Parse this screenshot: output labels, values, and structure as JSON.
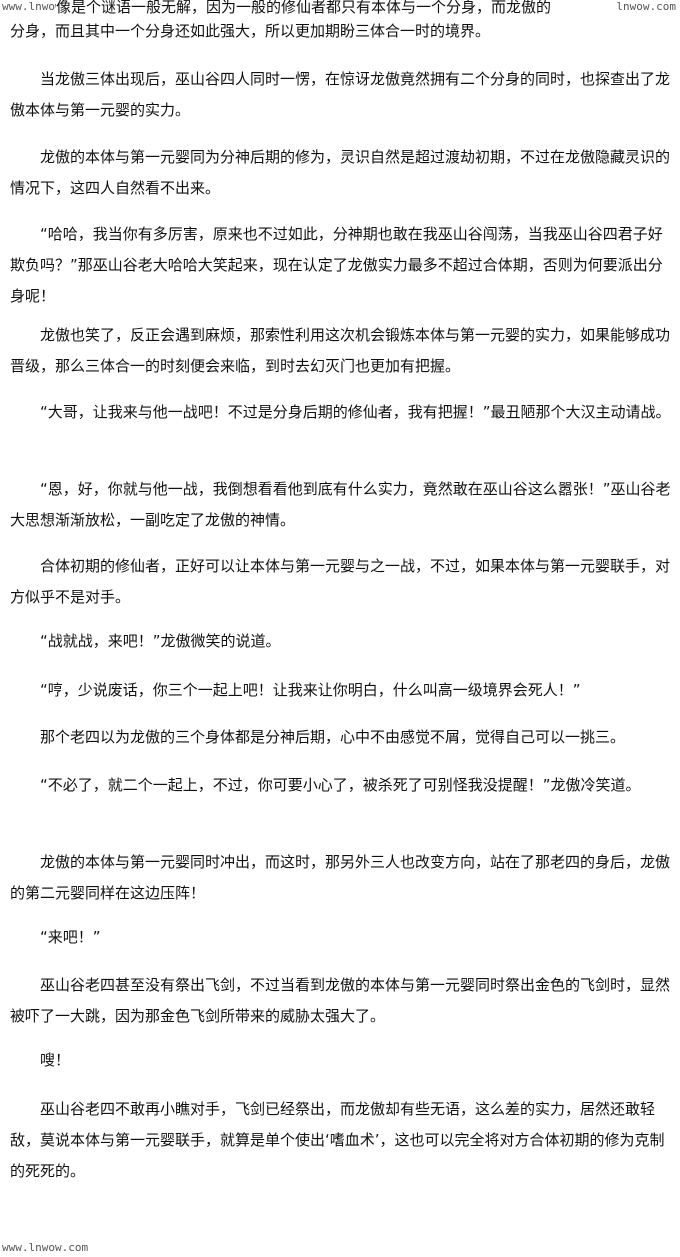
{
  "watermark": {
    "top_left": "www.lnwow.com",
    "top_right": "www.lnwow.com",
    "bottom_left": "www.lnwow.com"
  },
  "paragraphs": [
    "像是个谜语一般无解，因为一般的修仙者都只有本体与一个分身，而龙傲的",
    "分身，而且其中一个分身还如此强大，所以更加期盼三体合一时的境界。",
    "　　当龙傲三体出现后，巫山谷四人同时一愣，在惊讶龙傲竟然拥有二个分身的同时，也探查出了龙傲本体与第一元婴的实力。",
    "　　龙傲的本体与第一元婴同为分神后期的修为，灵识自然是超过渡劫初期，不过在龙傲隐藏灵识的情况下，这四人自然看不出来。",
    "　　“哈哈，我当你有多厉害，原来也不过如此，分神期也敢在我巫山谷闯荡，当我巫山谷四君子好欺负吗？”那巫山谷老大哈哈大笑起来，现在认定了龙傲实力最多不超过合体期，否则为何要派出分身呢！",
    "　　龙傲也笑了，反正会遇到麻烦，那索性利用这次机会锻炼本体与第一元婴的实力，如果能够成功晋级，那么三体合一的时刻便会来临，到时去幻灭门也更加有把握。",
    "　　“大哥，让我来与他一战吧！不过是分身后期的修仙者，我有把握！”最丑陋那个大汉主动请战。",
    "　　“恩，好，你就与他一战，我倒想看看他到底有什么实力，竟然敢在巫山谷这么嚣张！”巫山谷老大思想渐渐放松，一副吃定了龙傲的神情。",
    "　　合体初期的修仙者，正好可以让本体与第一元婴与之一战，不过，如果本体与第一元婴联手，对方似乎不是对手。",
    "　　“战就战，来吧！”龙傲微笑的说道。",
    "　　“哼，少说废话，你三个一起上吧！让我来让你明白，什么叫高一级境界会死人！”",
    "　　那个老四以为龙傲的三个身体都是分神后期，心中不由感觉不屑，觉得自己可以一挑三。",
    "　　“不必了，就二个一起上，不过，你可要小心了，被杀死了可别怪我没提醒！”龙傲冷笑道。",
    "　　龙傲的本体与第一元婴同时冲出，而这时，那另外三人也改变方向，站在了那老四的身后，龙傲的第二元婴同样在这边压阵！",
    "　　“来吧！”",
    "　　巫山谷老四甚至没有祭出飞剑，不过当看到龙傲的本体与第一元婴同时祭出金色的飞剑时，显然被吓了一大跳，因为那金色飞剑所带来的威胁太强大了。",
    "　　嗖！",
    "　　巫山谷老四不敢再小瞧对手，飞剑已经祭出，而龙傲却有些无语，这么差的实力，居然还敢轻敌，莫说本体与第一元婴联手，就算是单个使出‘嗜血术’，这也可以完全将对方合体初期的修为克制的死死的。"
  ]
}
